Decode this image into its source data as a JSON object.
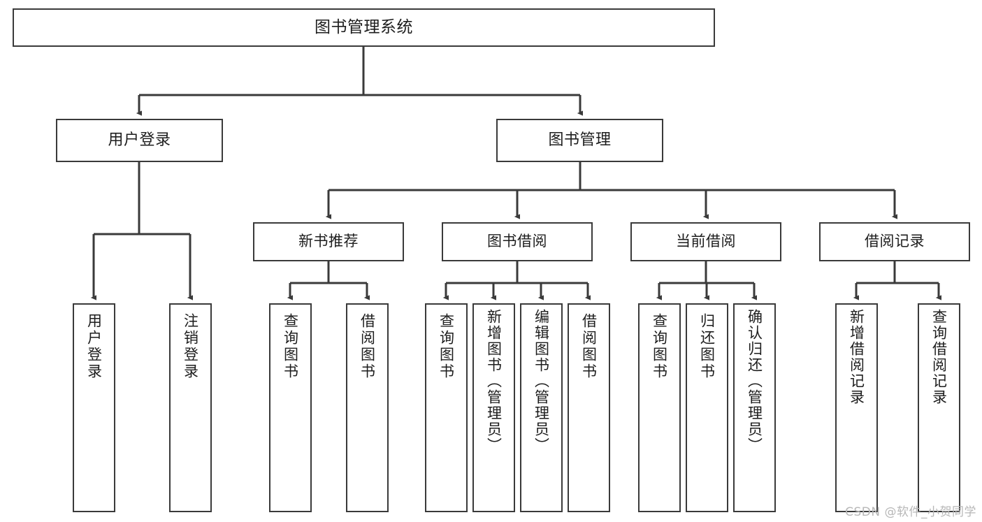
{
  "diagram": {
    "title": "图书管理系统",
    "type": "hierarchy-tree",
    "root": {
      "label": "图书管理系统"
    },
    "level1": [
      {
        "label": "用户登录"
      },
      {
        "label": "图书管理"
      }
    ],
    "level2": [
      {
        "label": "新书推荐",
        "parent": "图书管理"
      },
      {
        "label": "图书借阅",
        "parent": "图书管理"
      },
      {
        "label": "当前借阅",
        "parent": "图书管理"
      },
      {
        "label": "借阅记录",
        "parent": "图书管理"
      }
    ],
    "leaves": {
      "user_login": [
        {
          "label": "用户登录"
        },
        {
          "label": "注销登录"
        }
      ],
      "new_book": [
        {
          "label": "查询图书"
        },
        {
          "label": "借阅图书"
        }
      ],
      "book_borrow": [
        {
          "label": "查询图书"
        },
        {
          "label": "新增图书（管理员）"
        },
        {
          "label": "编辑图书（管理员）"
        },
        {
          "label": "借阅图书"
        }
      ],
      "current_borrow": [
        {
          "label": "查询图书"
        },
        {
          "label": "归还图书"
        },
        {
          "label": "确认归还（管理员）"
        }
      ],
      "borrow_record": [
        {
          "label": "新增借阅记录"
        },
        {
          "label": "查询借阅记录"
        }
      ]
    }
  },
  "watermark": {
    "text": "CSDN @软件_小贺同学"
  },
  "colors": {
    "stroke": "#3a3a3a",
    "box_fill": "#ffffff",
    "text": "#1d1d1d",
    "watermark": "#b7b7b7",
    "background": "#ffffff"
  }
}
